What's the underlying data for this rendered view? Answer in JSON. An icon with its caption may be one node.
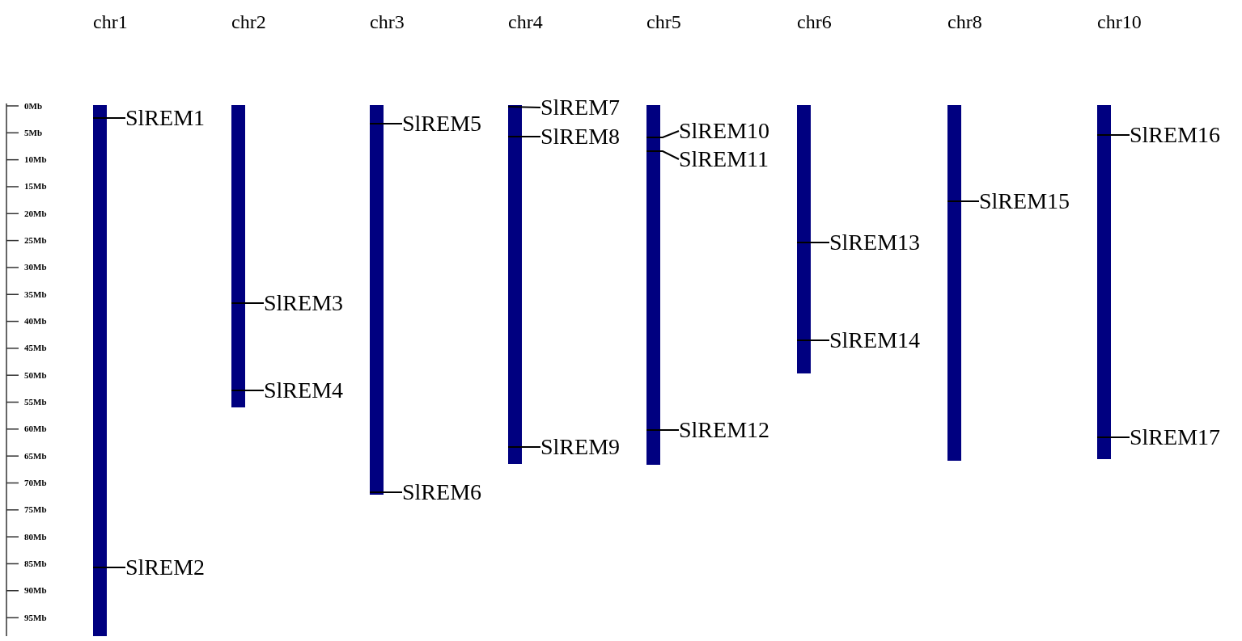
{
  "diagram": {
    "nodes": [
      {
        "text": [
          "chr1"
        ]
      },
      {
        "text": [
          "chr2"
        ]
      },
      {
        "text": [
          "chr3"
        ]
      },
      {
        "text": [
          "chr4"
        ]
      },
      {
        "text": [
          "chr5"
        ]
      },
      {
        "text": [
          "chr6"
        ]
      },
      {
        "text": [
          "chr8"
        ]
      },
      {
        "text": [
          "chr10"
        ]
      },
      {
        "text": [
          "SlREM1"
        ]
      },
      {
        "text": [
          "SlREM2"
        ]
      },
      {
        "text": [
          "SlREM3"
        ]
      },
      {
        "text": [
          "SlREM4"
        ]
      },
      {
        "text": [
          "SlREM5"
        ]
      },
      {
        "text": [
          "SlREM6"
        ]
      },
      {
        "text": [
          "SlREM7"
        ]
      },
      {
        "text": [
          "SlREM8"
        ]
      },
      {
        "text": [
          "SlREM9"
        ]
      },
      {
        "text": [
          "SlREM10"
        ]
      },
      {
        "text": [
          "SlREM11"
        ]
      },
      {
        "text": [
          "SlREM12"
        ]
      },
      {
        "text": [
          "SlREM13"
        ]
      },
      {
        "text": [
          "SlREM14"
        ]
      },
      {
        "text": [
          "SlREM15"
        ]
      },
      {
        "text": [
          "SlREM16"
        ]
      },
      {
        "text": [
          "SlREM17"
        ]
      }
    ],
    "edges": [
      {
        "from": 8,
        "to": 0,
        "arrow": "none"
      },
      {
        "from": 9,
        "to": 0,
        "arrow": "none"
      },
      {
        "from": 10,
        "to": 1,
        "arrow": "none"
      },
      {
        "from": 11,
        "to": 1,
        "arrow": "none"
      },
      {
        "from": 12,
        "to": 2,
        "arrow": "none"
      },
      {
        "from": 13,
        "to": 2,
        "arrow": "none"
      },
      {
        "from": 14,
        "to": 3,
        "arrow": "none"
      },
      {
        "from": 15,
        "to": 3,
        "arrow": "none"
      },
      {
        "from": 16,
        "to": 3,
        "arrow": "none"
      },
      {
        "from": 17,
        "to": 4,
        "arrow": "none"
      },
      {
        "from": 18,
        "to": 4,
        "arrow": "none"
      },
      {
        "from": 19,
        "to": 4,
        "arrow": "none"
      },
      {
        "from": 20,
        "to": 5,
        "arrow": "none"
      },
      {
        "from": 21,
        "to": 5,
        "arrow": "none"
      },
      {
        "from": 22,
        "to": 6,
        "arrow": "none"
      },
      {
        "from": 23,
        "to": 7,
        "arrow": "none"
      },
      {
        "from": 24,
        "to": 7,
        "arrow": "none"
      }
    ],
    "labels": [
      "0Mb",
      "5Mb",
      "10Mb",
      "15Mb",
      "20Mb",
      "25Mb",
      "30Mb",
      "35Mb",
      "40Mb",
      "45Mb",
      "50Mb",
      "55Mb",
      "60Mb",
      "65Mb",
      "70Mb",
      "75Mb",
      "80Mb",
      "85Mb",
      "90Mb",
      "95Mb"
    ]
  }
}
